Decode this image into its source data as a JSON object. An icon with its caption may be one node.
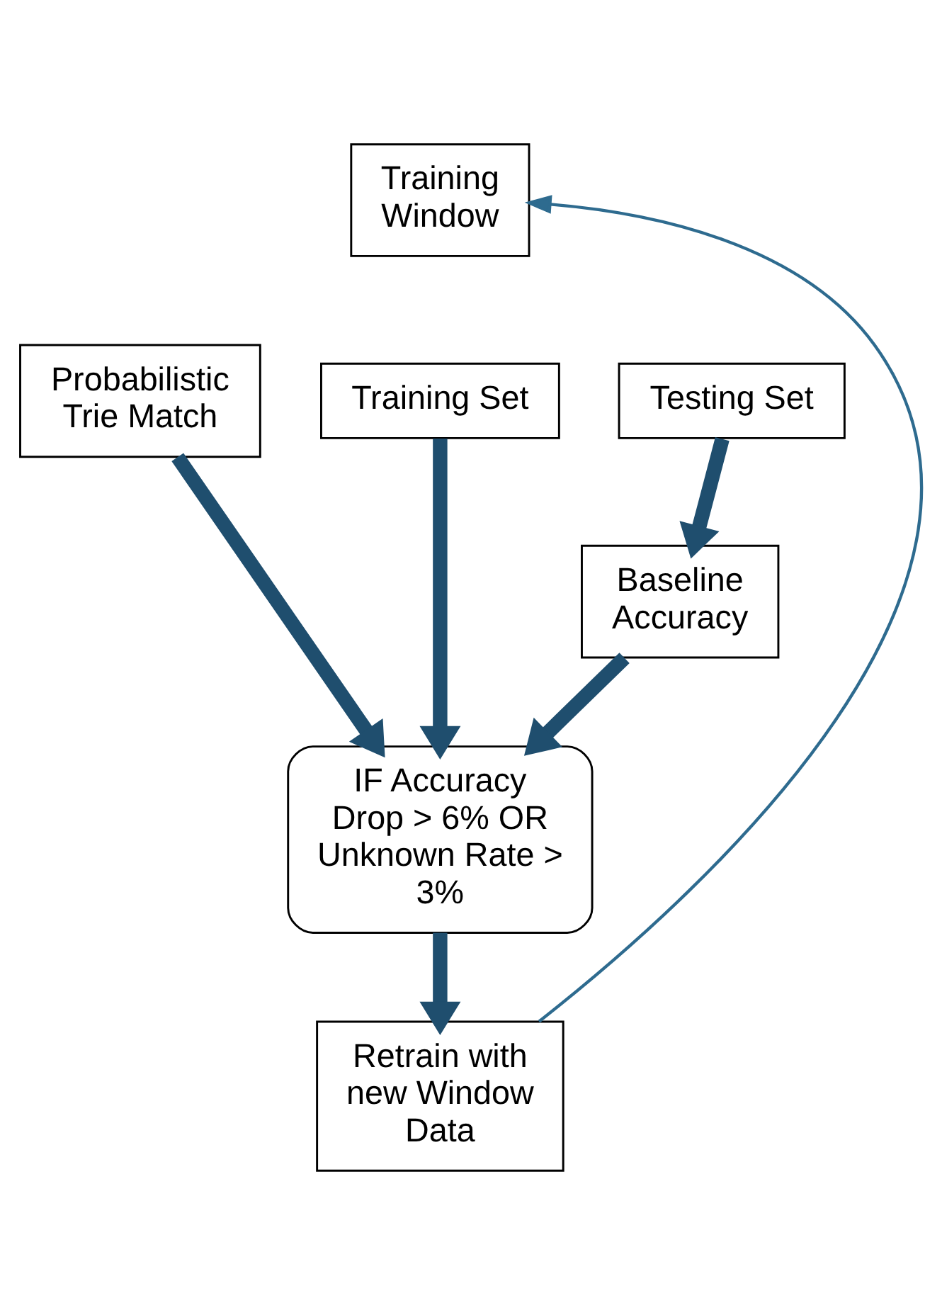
{
  "diagram": {
    "nodes": [
      {
        "text": [
          "Training Window"
        ]
      },
      {
        "text": [
          "Probabilistic Trie Match"
        ]
      },
      {
        "text": [
          "Training Set"
        ]
      },
      {
        "text": [
          "Testing Set"
        ]
      },
      {
        "text": [
          "Baseline Accuracy"
        ]
      },
      {
        "text": [
          "IF Accuracy Drop > 6% OR Unknown Rate > 3%"
        ]
      },
      {
        "text": [
          "Retrain with new Window Data"
        ]
      }
    ],
    "edges": [
      {
        "from": 1,
        "to": 5,
        "arrow": "to"
      },
      {
        "from": 2,
        "to": 5,
        "arrow": "to"
      },
      {
        "from": 3,
        "to": 4,
        "arrow": "to"
      },
      {
        "from": 4,
        "to": 5,
        "arrow": "to"
      },
      {
        "from": 5,
        "to": 6,
        "arrow": "to"
      },
      {
        "from": 6,
        "to": 0,
        "arrow": "to",
        "color": "#2e6b8f"
      }
    ]
  }
}
